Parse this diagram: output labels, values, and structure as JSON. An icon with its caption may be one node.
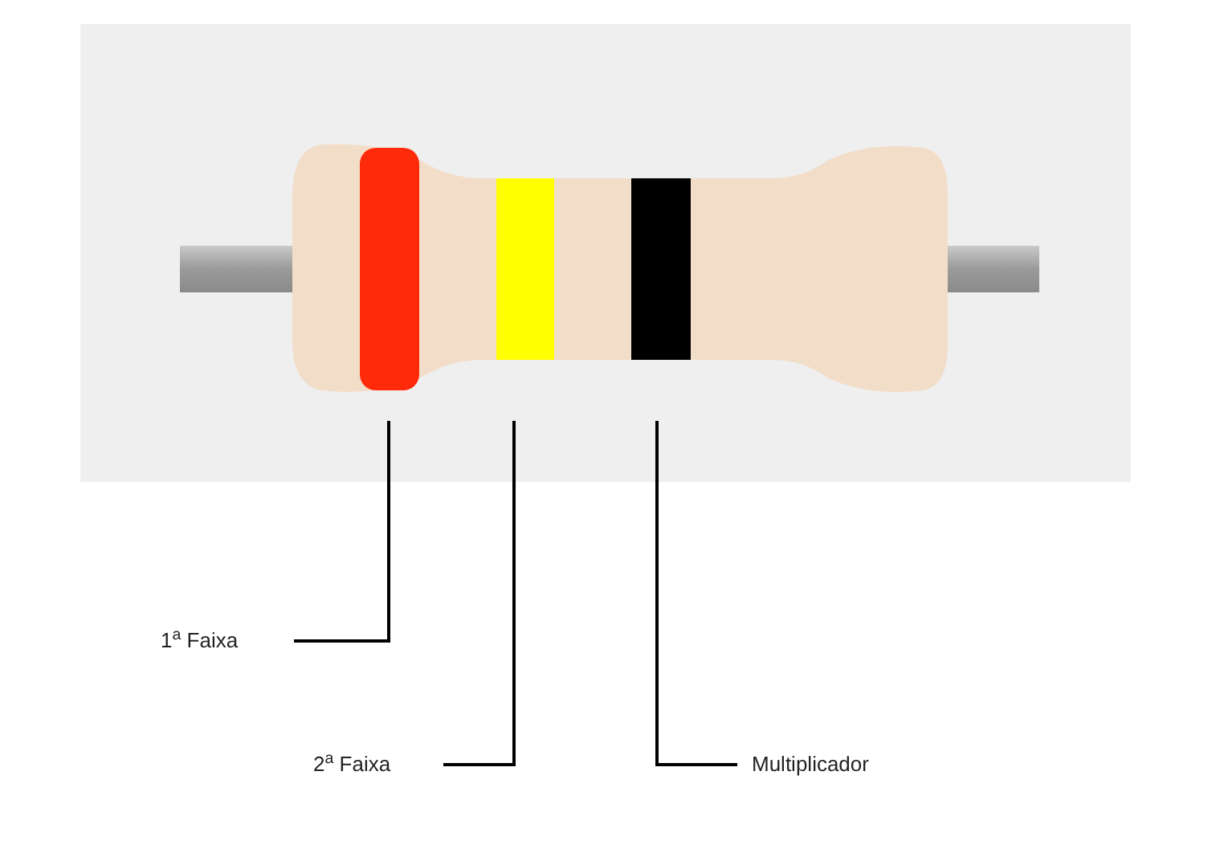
{
  "diagram": {
    "nodes": [
      {
        "text": [],
        "shape": "bar"
      },
      {
        "text": [],
        "shape": "bar"
      },
      {
        "text": [],
        "shape": "bar"
      },
      {
        "text": [
          "1$^{a}$ Faixa"
        ]
      },
      {
        "text": [
          "2$^{a}$ Faixa"
        ]
      },
      {
        "text": [
          "Multiplicador"
        ]
      }
    ],
    "edges": [
      {
        "from": 3,
        "to": 0,
        "arrow": "none"
      },
      {
        "from": 4,
        "to": 1,
        "arrow": "none"
      },
      {
        "from": 5,
        "to": 2,
        "arrow": "none"
      }
    ]
  }
}
